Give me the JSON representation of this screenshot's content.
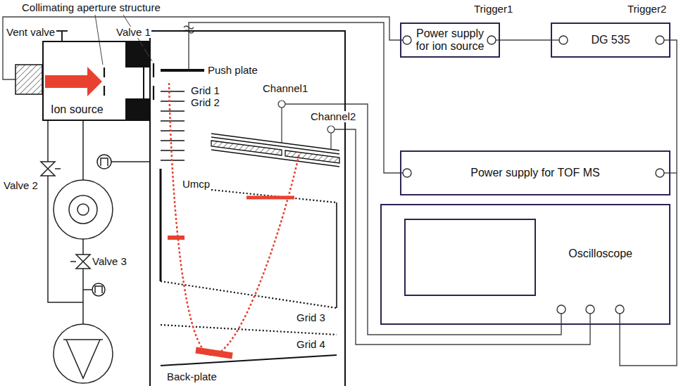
{
  "diagram": {
    "nodes": [
      {
        "text": [
          "Ion source"
        ]
      },
      {
        "text": [
          "Power supply for ion source"
        ]
      },
      {
        "text": [
          "DG 535"
        ]
      },
      {
        "text": [
          "Power supply for TOF MS"
        ]
      },
      {
        "text": [
          "Oscilloscope"
        ]
      }
    ],
    "edges": [
      {
        "from": 1,
        "to": 2,
        "arrow": "none",
        "label": "Trigger1"
      },
      {
        "from": 2,
        "to": 4,
        "arrow": "none",
        "label": "Trigger2"
      }
    ],
    "labels": [
      "Collimating aperture structure",
      "Vent valve",
      "Valve 1",
      "Push plate",
      "Channel1",
      "Channel2",
      "Grid 1",
      "Grid 2",
      "Umcp",
      "Valve 2",
      "Valve 3",
      "Grid 3",
      "Grid 4",
      "Back-plate"
    ]
  }
}
